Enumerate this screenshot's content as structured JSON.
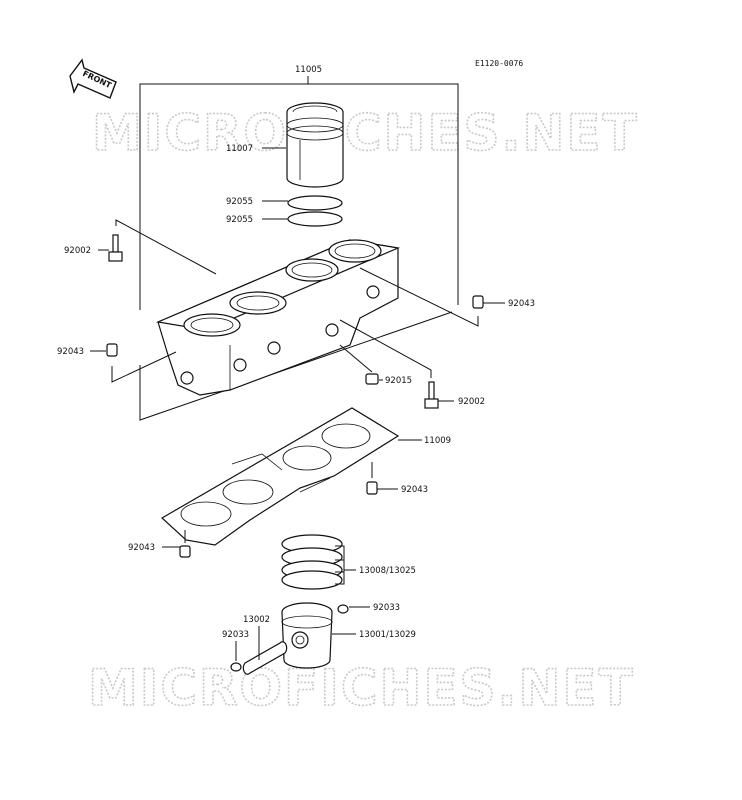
{
  "diagram": {
    "code": "E1120-0076",
    "front_label": "FRONT",
    "watermark": "MICROFICHES.NET",
    "parts": {
      "p11005": "11005",
      "p11007": "11007",
      "p92055a": "92055",
      "p92055b": "92055",
      "p92002a": "92002",
      "p92002b": "92002",
      "p92043a": "92043",
      "p92043b": "92043",
      "p92043c": "92043",
      "p92043d": "92043",
      "p92015": "92015",
      "p11009": "11009",
      "p13008": "13008/13025",
      "p92033a": "92033",
      "p92033b": "92033",
      "p13002": "13002",
      "p13001": "13001/13029"
    }
  }
}
